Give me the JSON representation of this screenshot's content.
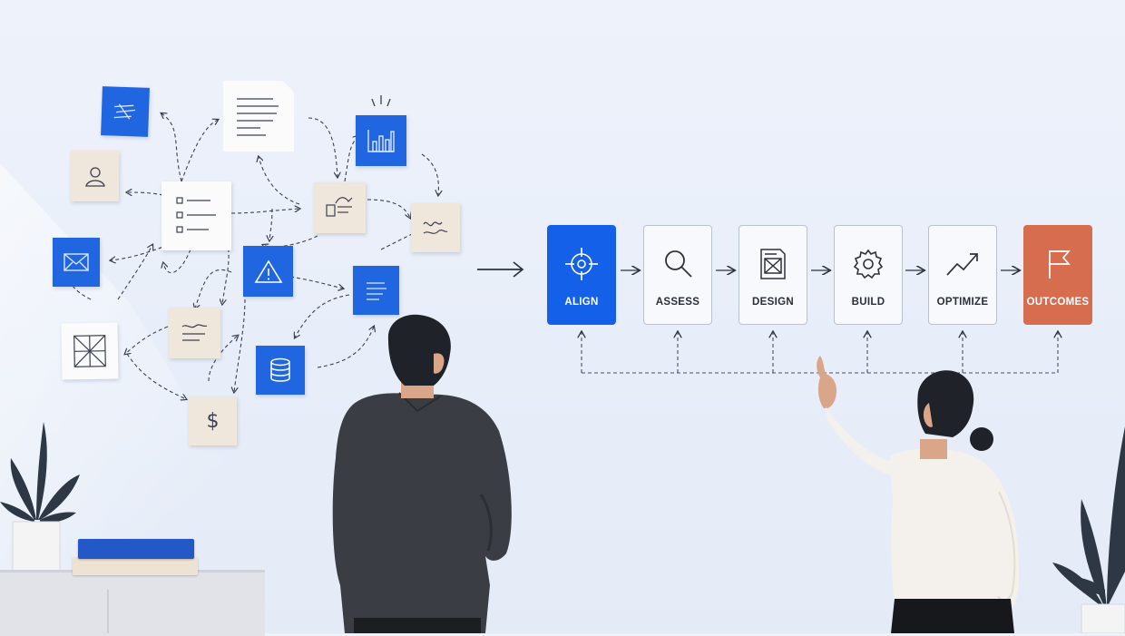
{
  "process": {
    "steps": [
      {
        "label": "ALIGN",
        "icon": "crosshair-icon"
      },
      {
        "label": "ASSESS",
        "icon": "magnifier-icon"
      },
      {
        "label": "DESIGN",
        "icon": "blueprint-icon"
      },
      {
        "label": "BUILD",
        "icon": "gear-icon"
      },
      {
        "label": "OPTIMIZE",
        "icon": "trend-up-icon"
      },
      {
        "label": "OUTCOMES",
        "icon": "flag-icon"
      }
    ],
    "dollar_sign": "$"
  },
  "colors": {
    "background": "#e9eef9",
    "accent_blue": "#1560e8",
    "outcome_orange": "#d66d4e",
    "note_beige": "#efe6dc"
  }
}
